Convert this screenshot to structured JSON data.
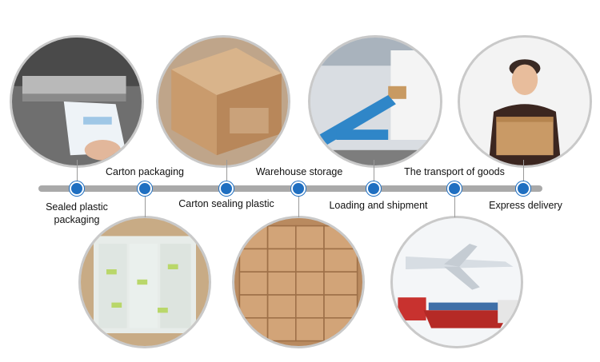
{
  "steps": [
    {
      "label": "Sealed plastic packaging",
      "line1": "Sealed plastic",
      "line2": "packaging"
    },
    {
      "label": "Carton packaging"
    },
    {
      "label": "Carton sealing plastic"
    },
    {
      "label": "Warehouse storage"
    },
    {
      "label": "Loading and shipment"
    },
    {
      "label": "The transport of goods"
    },
    {
      "label": "Express delivery"
    }
  ],
  "colors": {
    "dot": "#1f6fc1",
    "line": "#a9a9a9",
    "ring": "#c9c9c9"
  }
}
